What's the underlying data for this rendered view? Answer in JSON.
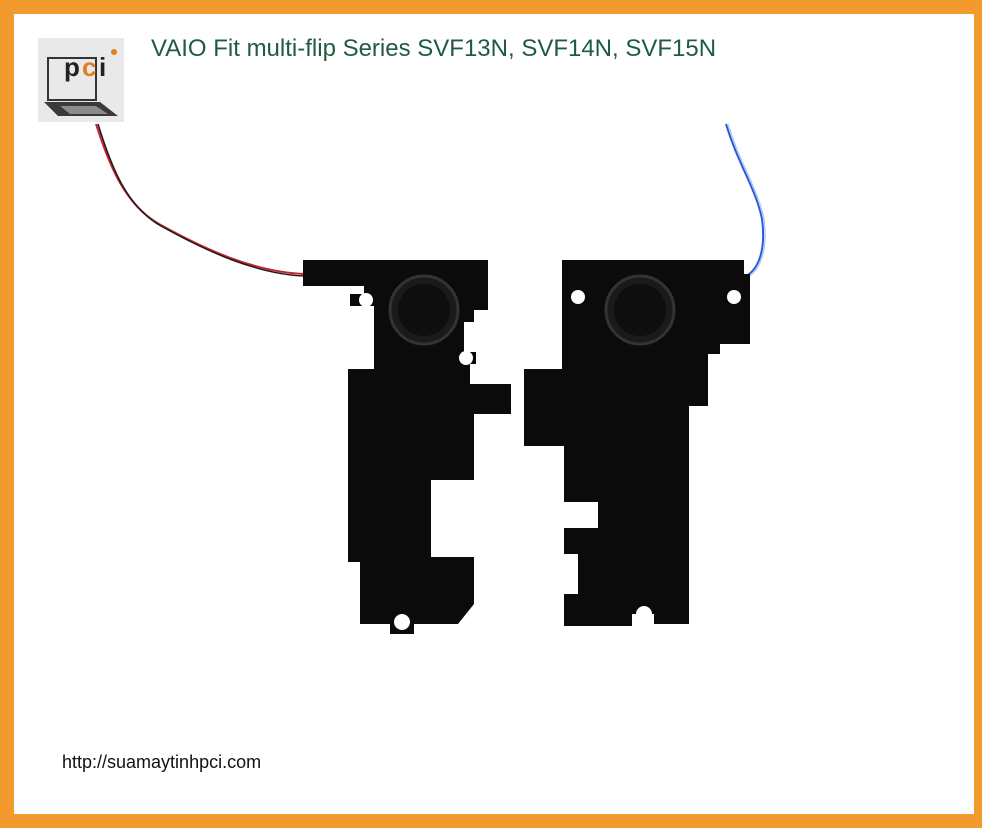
{
  "title": "VAIO Fit multi-flip Series SVF13N, SVF14N, SVF15N",
  "logo_text": "pci",
  "website": "http://suamaytinhpci.com",
  "colors": {
    "border": "#f29a2e",
    "title": "#1f5c3f",
    "speaker": "#0b0b0b",
    "wire_left": "#c8232c",
    "wire_right": "#2a5bd7"
  }
}
